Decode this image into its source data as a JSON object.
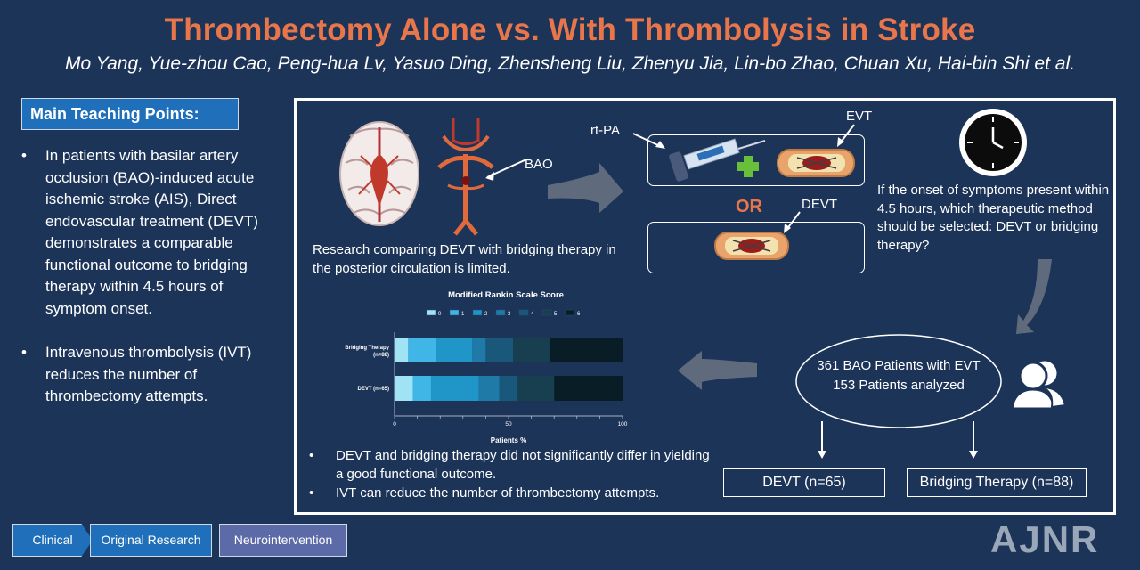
{
  "title": "Thrombectomy Alone vs. With Thrombolysis in Stroke",
  "authors": "Mo Yang, Yue-zhou Cao, Peng-hua Lv, Yasuo Ding, Zhensheng Liu, Zhenyu Jia, Lin-bo Zhao, Chuan Xu, Hai-bin Shi et al.",
  "teaching_points": {
    "heading": "Main Teaching Points:",
    "items": [
      "In patients with basilar artery occlusion (BAO)-induced acute ischemic stroke (AIS), Direct endovascular treatment (DEVT) demonstrates a comparable functional outcome to bridging therapy within 4.5 hours of symptom onset.",
      "Intravenous thrombolysis (IVT) reduces the number of thrombectomy attempts."
    ],
    "bullet": "•"
  },
  "panel": {
    "bao_label": "BAO",
    "rtpa_label": "rt-PA",
    "evt_label": "EVT",
    "or_label": "OR",
    "devt_label": "DEVT",
    "question": "If the onset of symptoms present within 4.5 hours, which therapeutic method should be selected: DEVT or bridging therapy?",
    "research_note": "Research comparing DEVT with bridging therapy in the posterior circulation is limited.",
    "patients_line1": "361 BAO Patients with EVT",
    "patients_line2": "153 Patients analyzed",
    "devt_group": "DEVT (n=65)",
    "bridging_group": "Bridging Therapy (n=88)",
    "conclusions": [
      "DEVT and bridging therapy did not significantly differ in yielding a good functional outcome.",
      "IVT can reduce the number of thrombectomy attempts."
    ],
    "icons": [
      "brain-icon",
      "basilar-artery-icon",
      "syringe-icon",
      "plus-icon",
      "vessel-clot-icon",
      "clock-icon",
      "patients-icon"
    ],
    "colors": {
      "accent_orange": "#e8764a",
      "plus_green": "#6abf3a",
      "arrow_grey": "#5f6b7d"
    }
  },
  "chart_data": {
    "type": "bar",
    "orientation": "horizontal",
    "stacked": true,
    "title": "Modified Rankin Scale Score",
    "xlabel": "Patients %",
    "ylabel": "",
    "xlim": [
      0,
      100
    ],
    "xticks": [
      0,
      50,
      100
    ],
    "categories": [
      "Bridging Therapy\n(n=88)",
      "DEVT (n=65)"
    ],
    "legend_position": "top",
    "series": [
      {
        "name": "0",
        "color": "#9fe3f5",
        "values": [
          6,
          8
        ]
      },
      {
        "name": "1",
        "color": "#3fb6e6",
        "values": [
          12,
          8
        ]
      },
      {
        "name": "2",
        "color": "#1f95c8",
        "values": [
          16,
          21
        ]
      },
      {
        "name": "3",
        "color": "#1f7aa7",
        "values": [
          6,
          9
        ]
      },
      {
        "name": "4",
        "color": "#19587a",
        "values": [
          12,
          8
        ]
      },
      {
        "name": "5",
        "color": "#173f4f",
        "values": [
          16,
          16
        ]
      },
      {
        "name": "6",
        "color": "#081d26",
        "values": [
          32,
          30
        ]
      }
    ]
  },
  "footer": {
    "tags": [
      "Clinical",
      "Original Research",
      "Neurointervention"
    ],
    "logo_text": "AJNR"
  }
}
